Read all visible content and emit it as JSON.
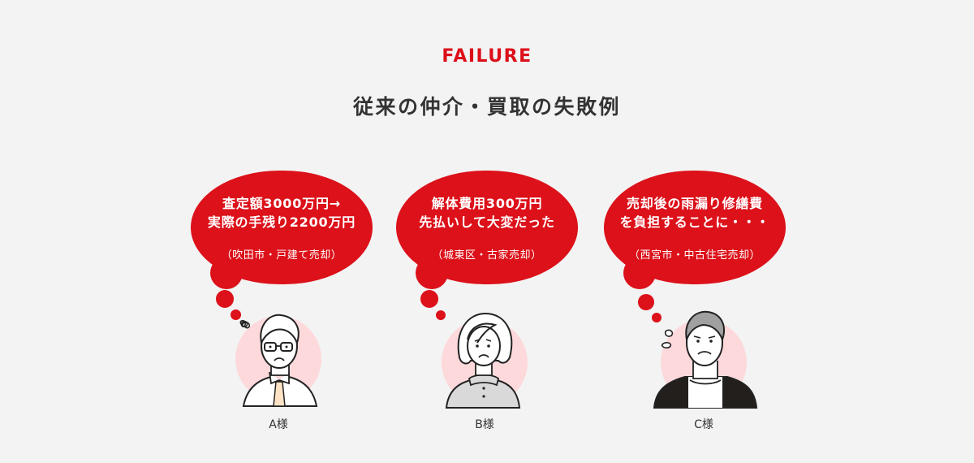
{
  "header": {
    "eyebrow": "FAILURE",
    "title": "従来の仲介・買取の失敗例"
  },
  "colors": {
    "accent": "#dc111a",
    "background": "#f3f3f3",
    "halo": "#fdd9db",
    "text": "#333333"
  },
  "cases": [
    {
      "bubble_line1": "査定額3000万円→",
      "bubble_line2": "実際の手残り2200万円",
      "location": "（吹田市・戸建て売却）",
      "person": "A様",
      "illustration": "worried-man-with-glasses-icon"
    },
    {
      "bubble_line1": "解体費用300万円",
      "bubble_line2": "先払いして大変だった",
      "location": "（城東区・古家売却）",
      "person": "B様",
      "illustration": "worried-woman-icon"
    },
    {
      "bubble_line1": "売却後の雨漏り修繕費",
      "bubble_line2": "を負担することに・・・",
      "location": "（西宮市・中古住宅売却）",
      "person": "C様",
      "illustration": "worried-older-man-icon"
    }
  ]
}
